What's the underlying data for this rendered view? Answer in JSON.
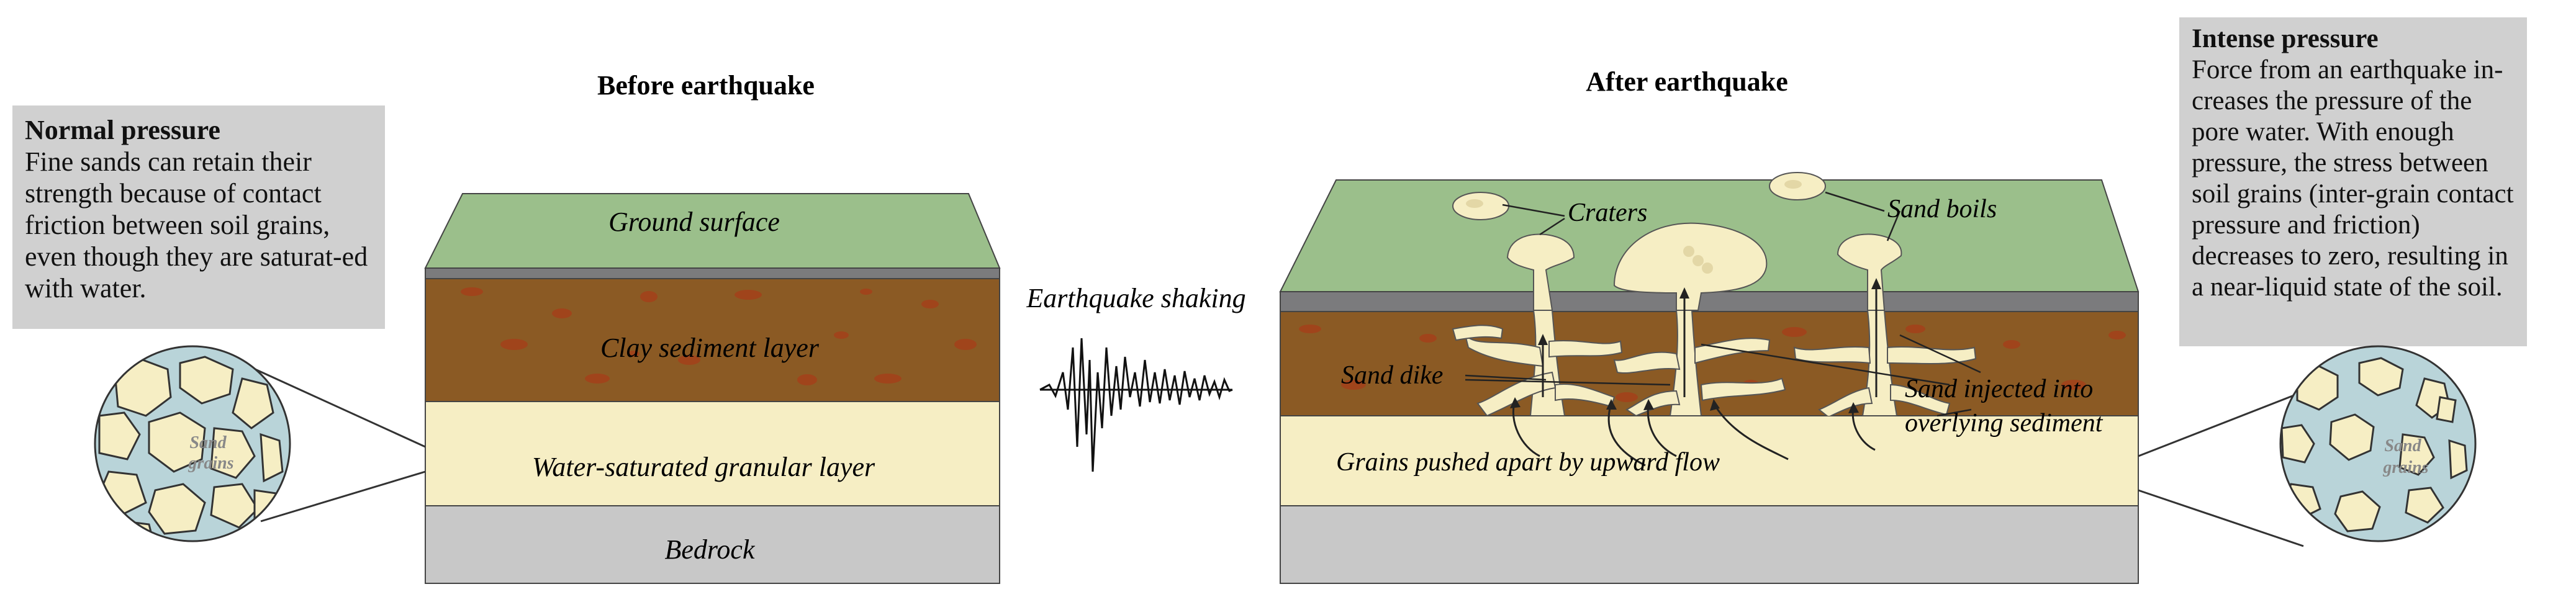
{
  "titles": {
    "before": "Before earthquake",
    "after": "After earthquake"
  },
  "left_box": {
    "heading": "Normal pressure",
    "text": "Fine sands can retain their strength because of  contact friction between soil grains, even though they are saturat-ed with water."
  },
  "right_box": {
    "heading": "Intense pressure",
    "text": "Force from an earthquake in-creases the pressure of the pore water. With enough pressure, the stress between soil grains (inter-grain contact pressure and friction) decreases to zero, resulting in a near-liquid state of the soil."
  },
  "before_layers": {
    "ground": "Ground surface",
    "clay": "Clay sediment layer",
    "granular": "Water-saturated granular layer",
    "bedrock": "Bedrock"
  },
  "shaking_label": "Earthquake shaking",
  "after_labels": {
    "craters": "Craters",
    "sand_boils": "Sand boils",
    "sand_dike": "Sand dike",
    "sand_injected_1": "Sand injected into",
    "sand_injected_2": "overlying sediment",
    "grains_pushed": "Grains pushed apart by upward flow"
  },
  "zoom_labels": {
    "left_1": "Sand",
    "left_2": "grains",
    "right_1": "Sand",
    "right_2": "grains"
  },
  "colors": {
    "ground_green": "#9bbf8b",
    "grey_strip": "#7b7b7d",
    "clay_brown": "#8b5a24",
    "clay_spot": "#a0441b",
    "sand_cream": "#f6eec4",
    "bedrock_grey": "#c8c8c8",
    "pore_water_blue": "#b9d4d9",
    "text_box_grey": "#d0d0d0"
  }
}
